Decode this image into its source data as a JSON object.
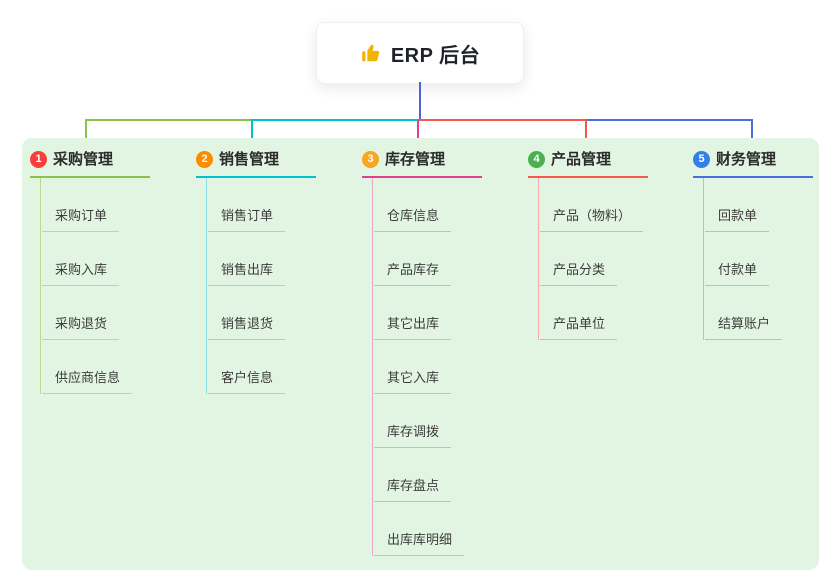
{
  "root": {
    "label": "ERP 后台",
    "icon": "thumbs-up-icon",
    "icon_color": "#f2b200",
    "line_color": "#4f63d2"
  },
  "panel": {
    "background": "#e2f5e2"
  },
  "branches": [
    {
      "number": "1",
      "label": "采购管理",
      "colors": {
        "badge": "#f5413d",
        "main": "#8bc34a",
        "light": "#b9da92"
      },
      "children": [
        "采购订单",
        "采购入库",
        "采购退货",
        "供应商信息"
      ]
    },
    {
      "number": "2",
      "label": "销售管理",
      "colors": {
        "badge": "#fb8c00",
        "main": "#00c1cf",
        "light": "#8adfe4"
      },
      "children": [
        "销售订单",
        "销售出库",
        "销售退货",
        "客户信息"
      ]
    },
    {
      "number": "3",
      "label": "库存管理",
      "colors": {
        "badge": "#f6a623",
        "main": "#e0418e",
        "light": "#f0a6cb"
      },
      "children": [
        "仓库信息",
        "产品库存",
        "其它出库",
        "其它入库",
        "库存调拨",
        "库存盘点",
        "出库库明细"
      ]
    },
    {
      "number": "4",
      "label": "产品管理",
      "colors": {
        "badge": "#4caf50",
        "main": "#f4594e",
        "light": "#f6aba4"
      },
      "children": [
        "产品（物料）",
        "产品分类",
        "产品单位"
      ]
    },
    {
      "number": "5",
      "label": "财务管理",
      "colors": {
        "badge": "#2f80ed",
        "main": "#4a6ee0",
        "light": "#aebdf0"
      },
      "children": [
        "回款单",
        "付款单",
        "结算账户"
      ]
    }
  ]
}
